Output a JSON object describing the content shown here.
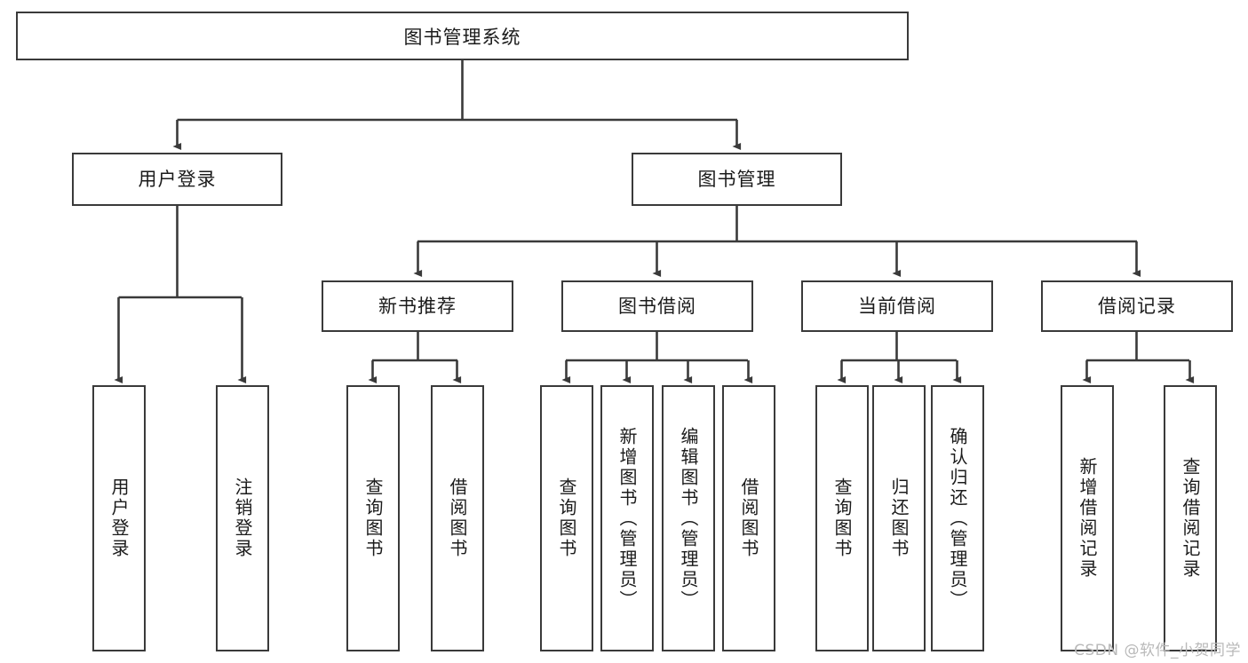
{
  "diagram": {
    "type": "tree",
    "title": "图书管理系统",
    "root": {
      "label": "图书管理系统"
    },
    "level1": [
      {
        "label": "用户登录"
      },
      {
        "label": "图书管理"
      }
    ],
    "level2": [
      {
        "label": "新书推荐"
      },
      {
        "label": "图书借阅"
      },
      {
        "label": "当前借阅"
      },
      {
        "label": "借阅记录"
      }
    ],
    "leaves": {
      "user_login": [
        {
          "label": "用户登录"
        },
        {
          "label": "注销登录"
        }
      ],
      "new_book_recommend": [
        {
          "label": "查询图书"
        },
        {
          "label": "借阅图书"
        }
      ],
      "book_borrow": [
        {
          "label": "查询图书"
        },
        {
          "label": "新增图书（管理员）"
        },
        {
          "label": "编辑图书（管理员）"
        },
        {
          "label": "借阅图书"
        }
      ],
      "current_borrow": [
        {
          "label": "查询图书"
        },
        {
          "label": "归还图书"
        },
        {
          "label": "确认归还（管理员）"
        }
      ],
      "borrow_record": [
        {
          "label": "新增借阅记录"
        },
        {
          "label": "查询借阅记录"
        }
      ]
    }
  },
  "watermark": {
    "text": "CSDN @软件_小贺同学"
  },
  "colors": {
    "border": "#3a3a3a",
    "connector": "#3a3a3a",
    "background": "#ffffff",
    "text": "#1b1b1b",
    "watermark": "#b9b9b9"
  }
}
